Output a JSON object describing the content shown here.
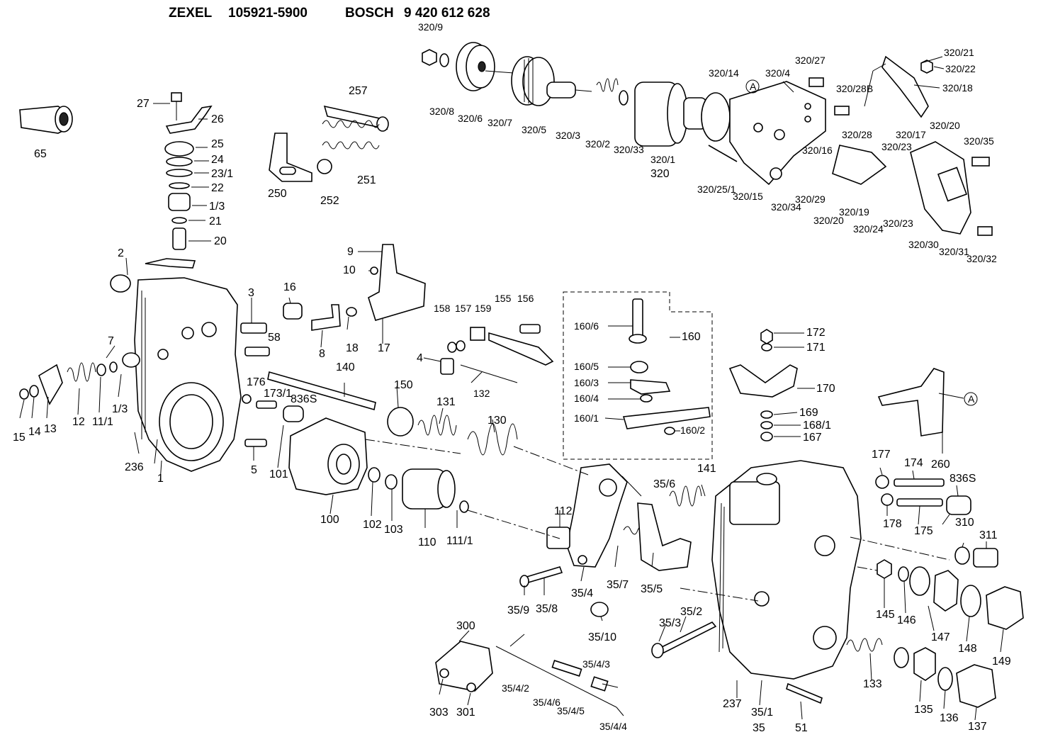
{
  "header": {
    "maker1": "ZEXEL",
    "pn1": "105921-5900",
    "maker2": "BOSCH",
    "pn2": "9 420 612 628"
  },
  "labels": {
    "l320_9": "320/9",
    "l320_8": "320/8",
    "l320_6": "320/6",
    "l320_7": "320/7",
    "l320_5": "320/5",
    "l320_3": "320/3",
    "l320_2": "320/2",
    "l320_33": "320/33",
    "l320_1": "320/1",
    "l320": "320",
    "l320_14": "320/14",
    "l320_4": "320/4",
    "l320_27": "320/27",
    "l320_28B": "320/28B",
    "l320_21": "320/21",
    "l320_22": "320/22",
    "l320_18": "320/18",
    "l320_20a": "320/20",
    "l320_28": "320/28",
    "l320_17": "320/17",
    "l320_16": "320/16",
    "l320_23a": "320/23",
    "l320_35": "320/35",
    "l320_25_1": "320/25/1",
    "l320_15": "320/15",
    "l320_34": "320/34",
    "l320_29": "320/29",
    "l320_20b": "320/20",
    "l320_19": "320/19",
    "l320_24": "320/24",
    "l320_23b": "320/23",
    "l320_30": "320/30",
    "l320_31": "320/31",
    "l320_32": "320/32",
    "l65": "65",
    "l27": "27",
    "l26": "26",
    "l25": "25",
    "l24": "24",
    "l23_1": "23/1",
    "l22": "22",
    "l1_3a": "1/3",
    "l21": "21",
    "l20": "20",
    "l2": "2",
    "l257": "257",
    "l250": "250",
    "l252": "252",
    "l251": "251",
    "l9": "9",
    "l10": "10",
    "l3": "3",
    "l16": "16",
    "l58": "58",
    "l8": "8",
    "l18": "18",
    "l17": "17",
    "l158": "158",
    "l157": "157",
    "l159": "159",
    "l155": "155",
    "l156": "156",
    "l4": "4",
    "l132": "132",
    "l160_6": "160/6",
    "l160": "160",
    "l160_5": "160/5",
    "l160_3": "160/3",
    "l160_4": "160/4",
    "l160_1": "160/1",
    "l160_2": "160/2",
    "l172": "172",
    "l171": "171",
    "l170": "170",
    "l169": "169",
    "l168_1": "168/1",
    "l167": "167",
    "l7": "7",
    "l15": "15",
    "l14": "14",
    "l13": "13",
    "l12": "12",
    "l11_1": "11/1",
    "l1_3b": "1/3",
    "l236": "236",
    "l1": "1",
    "l176": "176",
    "l173_1": "173/1",
    "l836S_a": "836S",
    "l140": "140",
    "l150": "150",
    "l131": "131",
    "l130": "130",
    "l5": "5",
    "l101": "101",
    "l100": "100",
    "l102": "102",
    "l103": "103",
    "l110": "110",
    "l111_1": "111/1",
    "l112": "112",
    "l35_6": "35/6",
    "l141": "141",
    "l260": "260",
    "lA1": "A",
    "lA2": "A",
    "l177": "177",
    "l174": "174",
    "l836S_b": "836S",
    "l178": "178",
    "l175": "175",
    "l310": "310",
    "l311": "311",
    "l35_4": "35/4",
    "l35_7": "35/7",
    "l35_5": "35/5",
    "l35_8": "35/8",
    "l35_9": "35/9",
    "l35_10": "35/10",
    "l145": "145",
    "l146": "146",
    "l147": "147",
    "l148": "148",
    "l149": "149",
    "l300": "300",
    "l35_4_3": "35/4/3",
    "l35_4_2": "35/4/2",
    "l35_4_6": "35/4/6",
    "l35_4_5": "35/4/5",
    "l35_4_4": "35/4/4",
    "l303": "303",
    "l301": "301",
    "l35_3": "35/3",
    "l35_2": "35/2",
    "l237": "237",
    "l35_1": "35/1",
    "l35": "35",
    "l51": "51",
    "l133": "133",
    "l135": "135",
    "l136": "136",
    "l137": "137"
  }
}
